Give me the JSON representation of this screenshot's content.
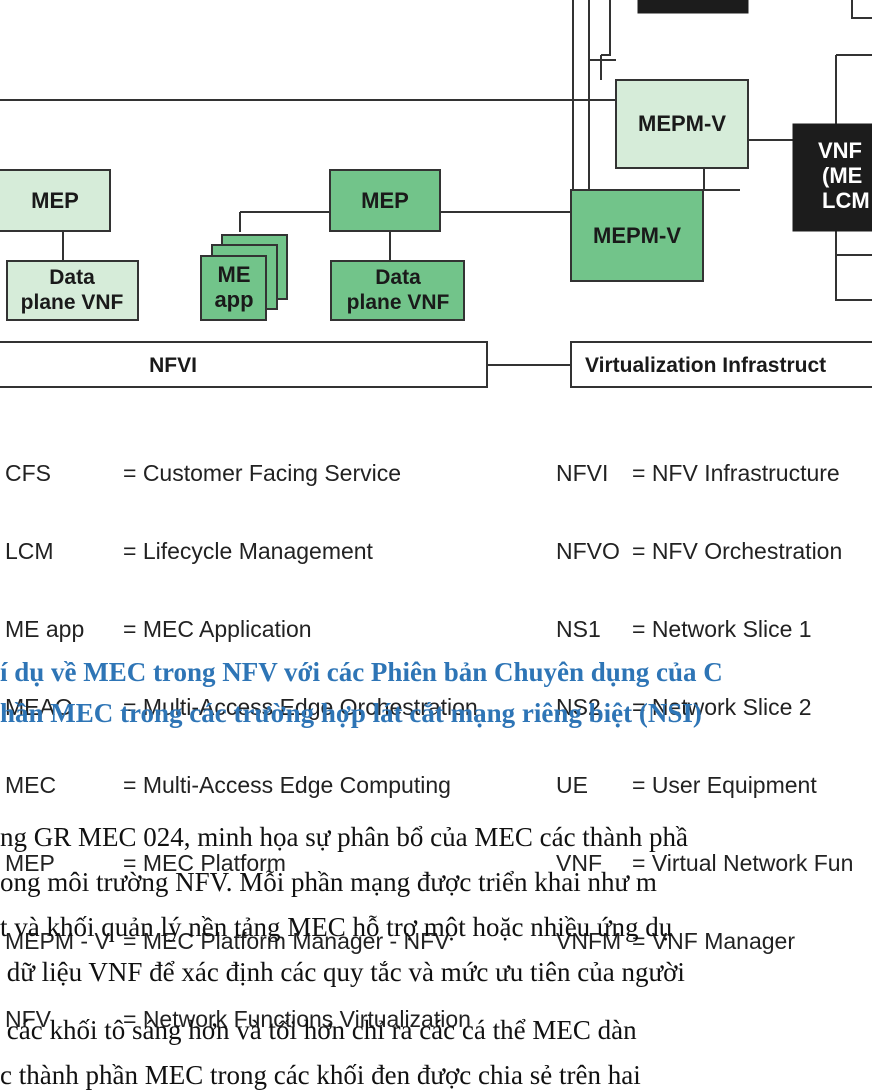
{
  "diagram": {
    "boxes": {
      "mep_left": "MEP",
      "data_plane_left_1": "Data",
      "data_plane_left_2": "plane VNF",
      "mep_mid": "MEP",
      "me_app_1": "ME",
      "me_app_2": "app",
      "data_plane_mid_1": "Data",
      "data_plane_mid_2": "plane VNF",
      "mepm_v_top": "MEPM-V",
      "mepm_v_bottom": "MEPM-V",
      "vnfm_1": "VNF",
      "vnfm_2": "(ME",
      "vnfm_3": "LCM",
      "nfvi": "NFVI",
      "virt_infra": "Virtualization Infrastruct"
    },
    "colors": {
      "light_green": "#d6ecd9",
      "mid_green": "#a8d8b0",
      "green": "#72c48a",
      "dark_box": "#1c1c1c",
      "line": "#333333"
    }
  },
  "legend_left": [
    {
      "abbr": "CFS",
      "def": "= Customer Facing Service"
    },
    {
      "abbr": "LCM",
      "def": "= Lifecycle Management"
    },
    {
      "abbr": "ME app",
      "def": "= MEC Application"
    },
    {
      "abbr": "MEAO",
      "def": "= Multi-Access Edge Orchestration"
    },
    {
      "abbr": "MEC",
      "def": "= Multi-Access Edge Computing"
    },
    {
      "abbr": "MEP",
      "def": "= MEC Platform"
    },
    {
      "abbr": "MEPM - V",
      "def": "= MEC Platform Manager - NFV"
    },
    {
      "abbr": "NFV",
      "def": "= Network Functions Virtualization"
    }
  ],
  "legend_right": [
    {
      "abbr": "NFVI",
      "def": "= NFV Infrastructure"
    },
    {
      "abbr": "NFVO",
      "def": "= NFV Orchestration"
    },
    {
      "abbr": "NS1",
      "def": "= Network Slice 1"
    },
    {
      "abbr": "NS2",
      "def": "= Network Slice 2"
    },
    {
      "abbr": "UE",
      "def": "= User Equipment"
    },
    {
      "abbr": "VNF",
      "def": "= Virtual Network Fun"
    },
    {
      "abbr": "VNFM",
      "def": "= VNF Manager"
    }
  ],
  "caption": {
    "line1": "í dụ về MEC trong NFV với các Phiên bản Chuyên dụng của C",
    "line2": "hần MEC trong các trường hợp lát cắt mạng riêng biệt (NSI)"
  },
  "body": {
    "p1_l1": "ng GR MEC 024, minh họa sự phân bổ của MEC các thành phầ",
    "p1_l2": "ong môi trường NFV. Mỗi phần mạng được triển khai như m",
    "p1_l3": "t và khối quản lý nền tảng MEC hỗ trợ một hoặc nhiều ứng dụ",
    "p1_l4": " dữ liệu VNF để xác định các quy tắc và mức ưu tiên của người",
    "p2_l1": " các khối tô sáng hơn và tối hơn chỉ ra các cá thể MEC dàn",
    "p2_l2": "c thành phần MEC trong các khối đen được chia sẻ trên hai"
  }
}
